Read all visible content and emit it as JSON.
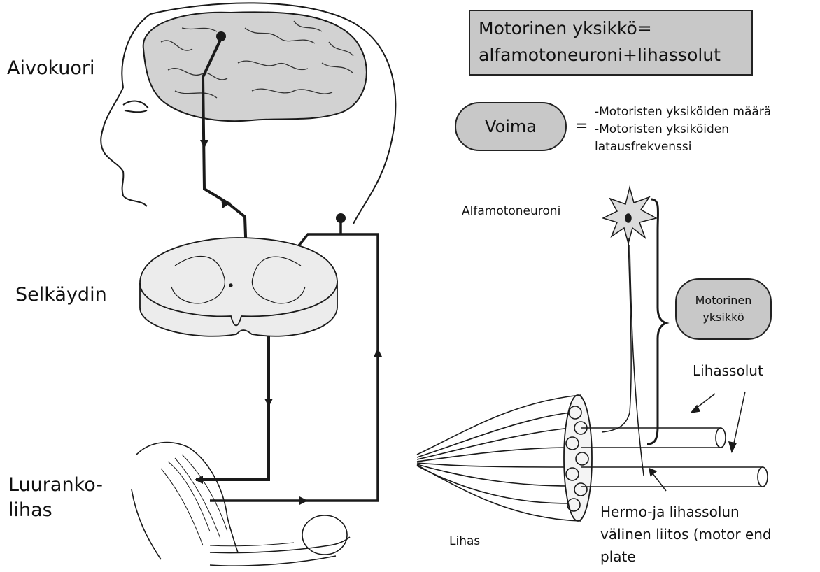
{
  "title_box": {
    "line1": "Motorinen yksikkö=",
    "line2": "alfamotoneuroni+lihassolut"
  },
  "force": {
    "label": "Voima",
    "equals": "=",
    "items": [
      "-Motoristen yksiköiden määrä",
      "-Motoristen yksiköiden",
      "latausfrekvenssi"
    ]
  },
  "left_labels": {
    "cortex": "Aivokuori",
    "spinal_cord": "Selkäydin",
    "muscle_line1": "Luuranko-",
    "muscle_line2": "lihas"
  },
  "right_labels": {
    "motoneuron": "Alfamotoneuroni",
    "motor_unit_line1": "Motorinen",
    "motor_unit_line2": "yksikkö",
    "muscle_cells": "Lihassolut",
    "muscle": "Lihas",
    "junction_line1": "Hermo-ja lihassolun",
    "junction_line2": "välinen liitos (motor end",
    "junction_line3": "plate"
  },
  "colors": {
    "fill_gray": "#c8c8c8",
    "line": "#1a1a1a",
    "brain_fill": "#d2d2d2"
  }
}
